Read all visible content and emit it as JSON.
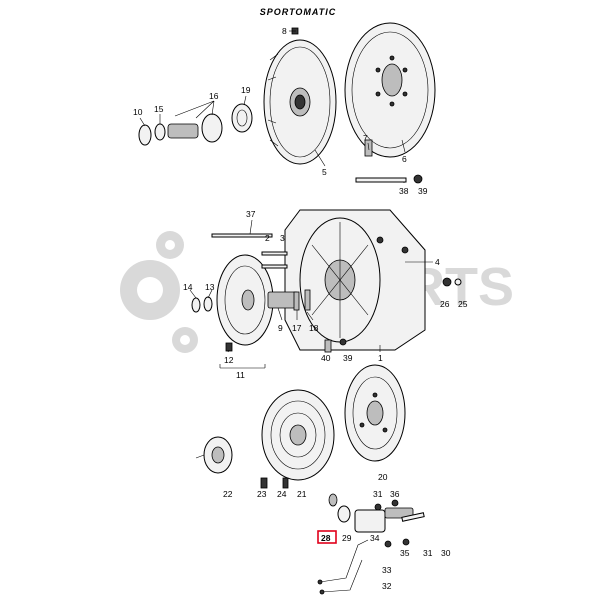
{
  "title": "SPORTOMATIC",
  "watermark": "PARTS",
  "highlight_color": "#e0001a",
  "callouts": [
    {
      "id": "c8",
      "label": "8"
    },
    {
      "id": "c10",
      "label": "10"
    },
    {
      "id": "c15",
      "label": "15"
    },
    {
      "id": "c16",
      "label": "16"
    },
    {
      "id": "c19",
      "label": "19"
    },
    {
      "id": "c5",
      "label": "5"
    },
    {
      "id": "c6",
      "label": "6"
    },
    {
      "id": "c7",
      "label": "7"
    },
    {
      "id": "c38",
      "label": "38"
    },
    {
      "id": "c39a",
      "label": "39"
    },
    {
      "id": "c37",
      "label": "37"
    },
    {
      "id": "c2",
      "label": "2"
    },
    {
      "id": "c3",
      "label": "3"
    },
    {
      "id": "c4",
      "label": "4"
    },
    {
      "id": "c14",
      "label": "14"
    },
    {
      "id": "c13",
      "label": "13"
    },
    {
      "id": "c9",
      "label": "9"
    },
    {
      "id": "c17",
      "label": "17"
    },
    {
      "id": "c18",
      "label": "18"
    },
    {
      "id": "c26",
      "label": "26"
    },
    {
      "id": "c25",
      "label": "25"
    },
    {
      "id": "c12",
      "label": "12"
    },
    {
      "id": "c11",
      "label": "11"
    },
    {
      "id": "c40",
      "label": "40"
    },
    {
      "id": "c39b",
      "label": "39"
    },
    {
      "id": "c1",
      "label": "1"
    },
    {
      "id": "c20",
      "label": "20"
    },
    {
      "id": "c22",
      "label": "22"
    },
    {
      "id": "c23",
      "label": "23"
    },
    {
      "id": "c24",
      "label": "24"
    },
    {
      "id": "c21",
      "label": "21"
    },
    {
      "id": "c28",
      "label": "28"
    },
    {
      "id": "c29",
      "label": "29"
    },
    {
      "id": "c31a",
      "label": "31"
    },
    {
      "id": "c36",
      "label": "36"
    },
    {
      "id": "c34",
      "label": "34"
    },
    {
      "id": "c35",
      "label": "35"
    },
    {
      "id": "c31b",
      "label": "31"
    },
    {
      "id": "c30",
      "label": "30"
    },
    {
      "id": "c33",
      "label": "33"
    },
    {
      "id": "c32",
      "label": "32"
    }
  ]
}
